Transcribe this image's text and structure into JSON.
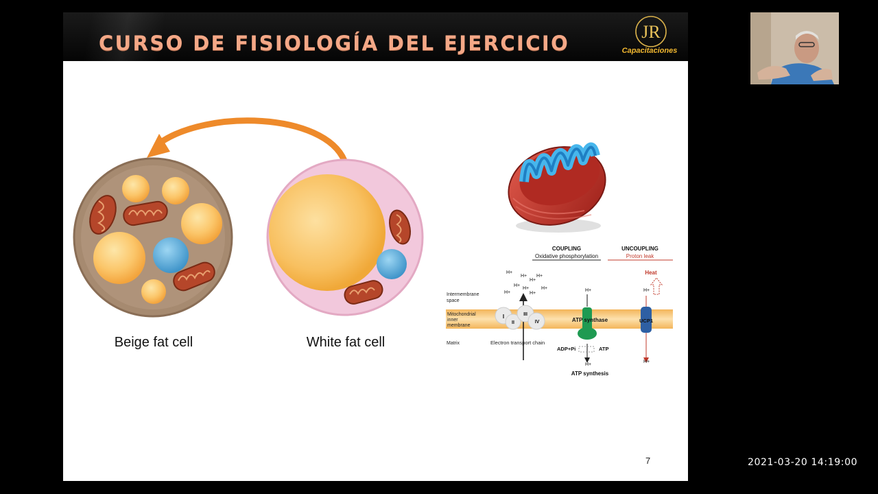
{
  "slide": {
    "title": "CURSO DE FISIOLOGÍA DEL EJERCICIO",
    "logo": {
      "monogram": "JR",
      "text": "Capacitaciones"
    },
    "page_number": "7"
  },
  "cells": {
    "beige_label": "Beige fat cell",
    "white_label": "White fat cell"
  },
  "mito_diagram": {
    "coupling": "COUPLING",
    "coupling_sub": "Oxidative phosphorylation",
    "uncoupling": "UNCOUPLING",
    "uncoupling_sub": "Proton leak",
    "heat": "Heat",
    "intermembrane_1": "Intermembrane",
    "intermembrane_2": "space",
    "membrane_1": "Mitochondrial",
    "membrane_2": "inner",
    "membrane_3": "membrane",
    "matrix": "Matrix",
    "etc": "Electron transport chain",
    "atp_synthase": "ATP synthase",
    "ucp1": "UCP1",
    "adp_pi": "ADP+Pi",
    "atp": "ATP",
    "atp_synthesis": "ATP synthesis",
    "complex_1": "I",
    "complex_2": "II",
    "complex_3": "III",
    "complex_4": "IV",
    "proton": "H+"
  },
  "overlay": {
    "timestamp": "2021-03-20 14:19:00"
  },
  "colors": {
    "banner_text": "#f4a887",
    "arrow": "#ee8a2a",
    "beige_cell": "#a68a70",
    "white_cell": "#f2c8dc",
    "lipid": "#fbc66a",
    "mito": "#c0392b",
    "nucleus": "#5aaedc",
    "heat": "#c0392b"
  }
}
